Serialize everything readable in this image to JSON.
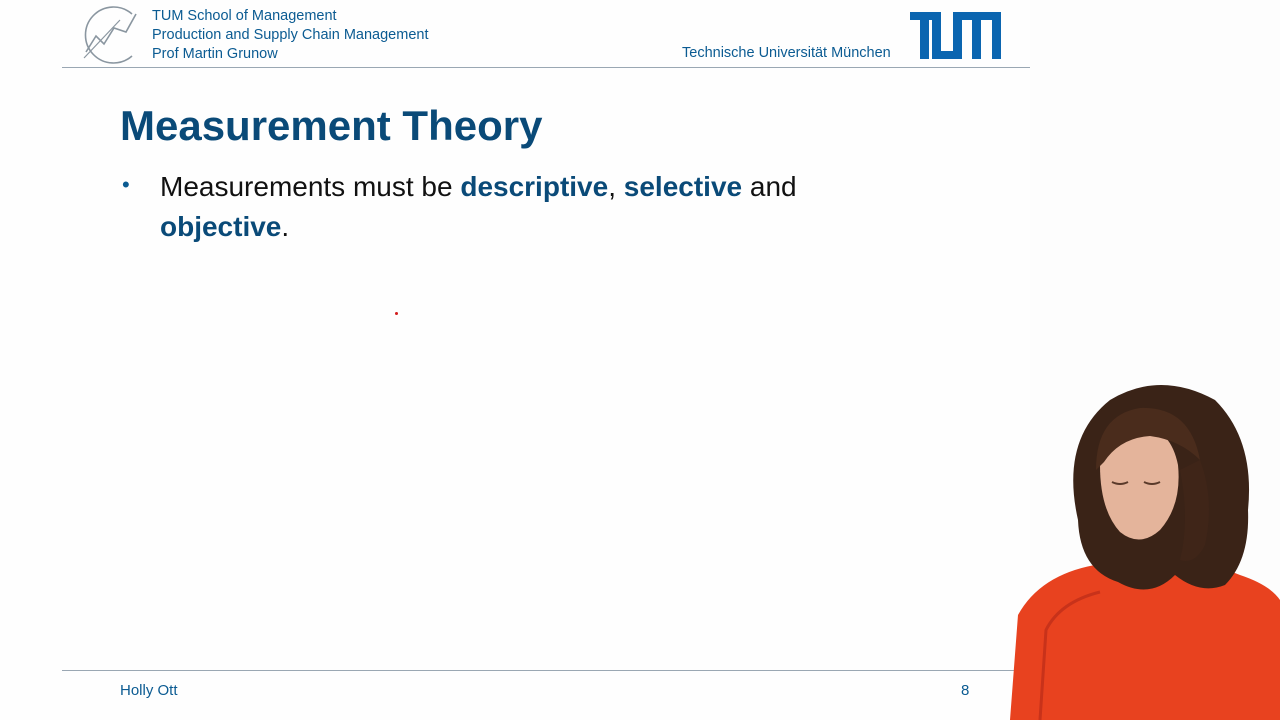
{
  "header": {
    "school": "TUM School of Management",
    "chair": "Production and Supply Chain Management",
    "professor": "Prof Martin Grunow",
    "university": "Technische Universität München"
  },
  "slide": {
    "title": "Measurement Theory",
    "bullet": {
      "marker": "•",
      "part1": "Measurements must be ",
      "emph1": "descriptive",
      "sep1": ", ",
      "emph2": "selective",
      "part2": " and ",
      "emph3": "objective",
      "end": "."
    }
  },
  "footer": {
    "presenter_name": "Holly Ott",
    "page_number": "8"
  },
  "colors": {
    "brand_blue": "#0b5b92",
    "title_blue": "#0a4a78",
    "laser": "#d21b1b",
    "presenter_top": "#e8421f"
  },
  "icons": {
    "school_logo": "growth-curve-logo-icon",
    "university_logo": "tum-logo-icon",
    "presenter": "presenter-video"
  }
}
